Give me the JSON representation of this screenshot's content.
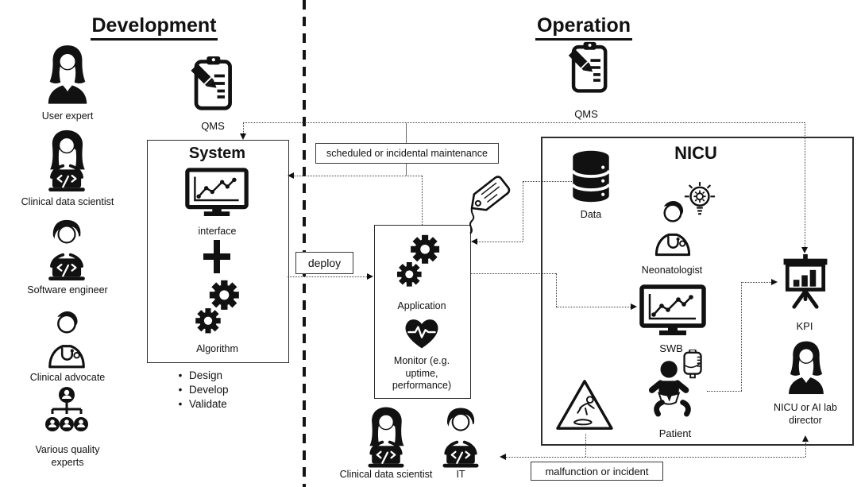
{
  "colors": {
    "ink": "#111111",
    "line": "#3c3c3c",
    "background": "#ffffff"
  },
  "development": {
    "title": "Development",
    "personas": [
      {
        "label": "User expert",
        "icon": "woman-user-icon"
      },
      {
        "label": "Clinical data scientist",
        "icon": "woman-laptop-icon"
      },
      {
        "label": "Software engineer",
        "icon": "man-laptop-icon"
      },
      {
        "label": "Clinical advocate",
        "icon": "clinician-icon"
      },
      {
        "label": "Various quality experts",
        "icon": "org-hierarchy-icon"
      }
    ],
    "qms_label": "QMS",
    "system": {
      "title": "System",
      "interface_label": "interface",
      "algorithm_label": "Algorithm",
      "bullets": [
        "Design",
        "Develop",
        "Validate"
      ]
    }
  },
  "pipeline": {
    "maintenance_label": "scheduled or incidental maintenance",
    "deploy_label": "deploy",
    "application": {
      "title": "Application",
      "monitor_label": "Monitor (e.g. uptime, performance)"
    },
    "clinical_data_scientist_label": "Clinical data scientist",
    "it_label": "IT",
    "malfunction_label": "malfunction or incident"
  },
  "operation": {
    "title": "Operation",
    "qms_label": "QMS",
    "nicu": {
      "title": "NICU",
      "data_label": "Data",
      "neonatologist_label": "Neonatologist",
      "swb_label": "SWB",
      "patient_label": "Patient",
      "kpi_label": "KPI",
      "director_label": "NICU or AI lab director"
    }
  },
  "icons": [
    "woman-user-icon",
    "woman-laptop-icon",
    "man-laptop-icon",
    "clinician-icon",
    "org-hierarchy-icon",
    "qms-clipboard-icon",
    "monitor-chart-icon",
    "plus-icon",
    "gears-icon",
    "heart-pulse-icon",
    "database-icon",
    "lightbulb-idea-icon",
    "kpi-easel-icon",
    "baby-icon",
    "iv-bag-icon",
    "warning-slip-icon",
    "price-tag-icon"
  ]
}
